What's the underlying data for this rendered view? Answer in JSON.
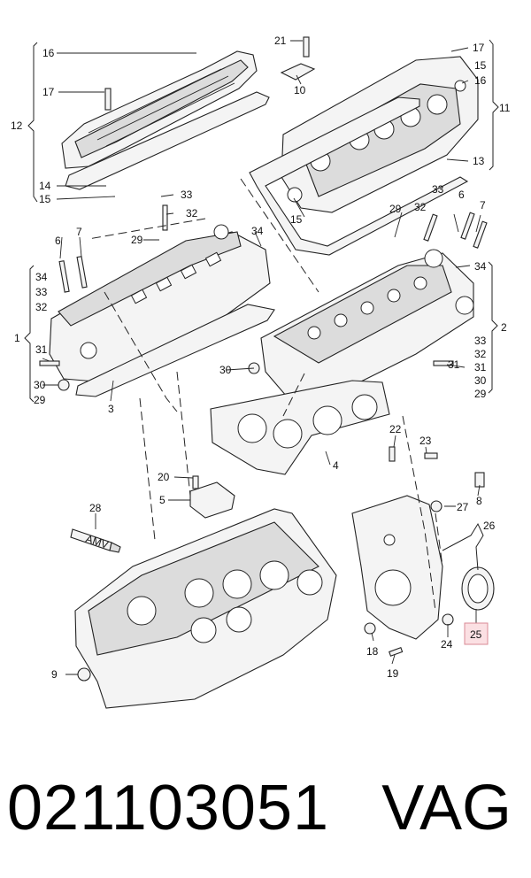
{
  "diagram": {
    "callouts": {
      "c1": "1",
      "c2": "2",
      "c3": "3",
      "c4": "4",
      "c5": "5",
      "c6a": "6",
      "c6b": "6",
      "c7a": "7",
      "c7b": "7",
      "c8": "8",
      "c9": "9",
      "c10": "10",
      "c11": "11",
      "c12": "12",
      "c13": "13",
      "c14": "14",
      "c15a": "15",
      "c15b": "15",
      "c15c": "15",
      "c16a": "16",
      "c16b": "16",
      "c17a": "17",
      "c17b": "17",
      "c18": "18",
      "c19": "19",
      "c20": "20",
      "c21": "21",
      "c22": "22",
      "c23": "23",
      "c24": "24",
      "c25": "25",
      "c26": "26",
      "c27": "27",
      "c28": "28",
      "c29a": "29",
      "c29b": "29",
      "c29c": "29",
      "c29d": "29",
      "c30a": "30",
      "c30b": "30",
      "c30c": "30",
      "c31a": "31",
      "c31b": "31",
      "c31c": "31",
      "c32a": "32",
      "c32b": "32",
      "c32c": "32",
      "c32d": "32",
      "c33a": "33",
      "c33b": "33",
      "c33c": "33",
      "c33d": "33",
      "c34a": "34",
      "c34b": "34",
      "c34c": "34"
    },
    "sealant_label": "AMV"
  },
  "footer": {
    "part_number": "021103051",
    "brand": "VAG"
  }
}
